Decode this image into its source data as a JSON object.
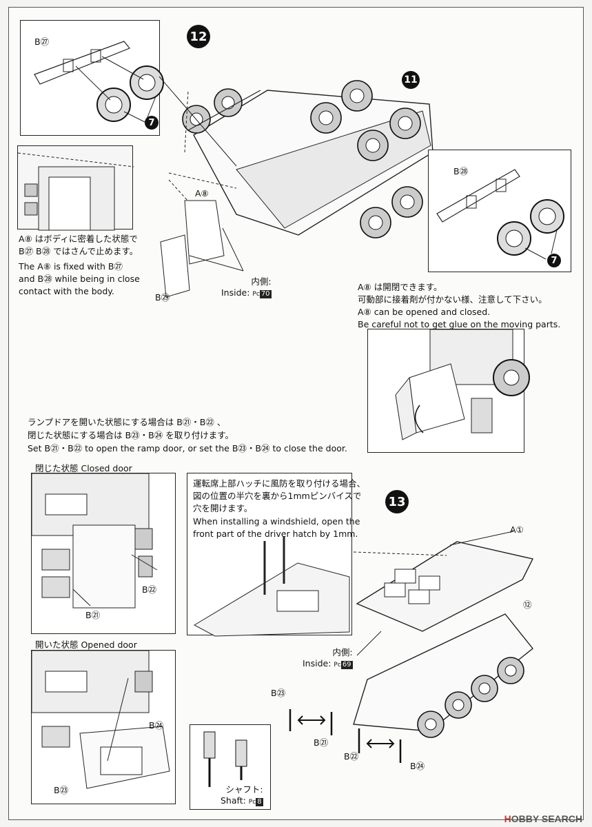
{
  "steps": {
    "s12": "12",
    "s13": "13",
    "s11": "11",
    "s7": "7"
  },
  "part_labels": {
    "b27": "B㉗",
    "b28": "B㉘",
    "a8": "A⑧",
    "b29": "B㉙",
    "a1": "A①",
    "b22": "B㉒",
    "b21": "B㉑",
    "b24": "B㉔",
    "b23": "B㉓",
    "c12": "⑫"
  },
  "refs": {
    "inside_jp": "内側:",
    "inside_en": "Inside:",
    "pc70": "70",
    "pc69": "69",
    "shaft_jp": "シャフト:",
    "shaft_en": "Shaft:",
    "pc8": "8",
    "pc_prefix": "Pc"
  },
  "notes": {
    "a8_fixed": [
      "A⑧ はボディに密着した状態で",
      "B㉗ B㉘ ではさんで止めます。",
      "The A⑧ is fixed with B㉗",
      "and B㉘ while being in close",
      "contact with the body."
    ],
    "a8_open": [
      "A⑧ は開閉できます。",
      "可動部に接着剤が付かない様、注意して下さい。",
      "A⑧ can be opened and closed.",
      "Be careful not to get glue on the moving parts."
    ],
    "ramp": [
      "ランプドアを開いた状態にする場合は B㉑・B㉒ 、",
      "閉じた状態にする場合は B㉓・B㉔ を取り付けます。",
      "Set B㉑・B㉒ to open the ramp door, or set the B㉓・B㉔ to close the door."
    ],
    "windshield": [
      "運転席上部ハッチに風防を取り付ける場合、",
      "図の位置の半穴を裏から1mmピンバイスで",
      "穴を開けます。",
      "When installing a windshield, open the",
      "front part of the driver hatch by 1mm."
    ]
  },
  "captions": {
    "closed": "閉じた状態 Closed door",
    "opened": "開いた状態 Opened door"
  },
  "watermark": {
    "brand_a": "H",
    "brand_b": "OBBY",
    "brand_c": "SEARCH"
  }
}
